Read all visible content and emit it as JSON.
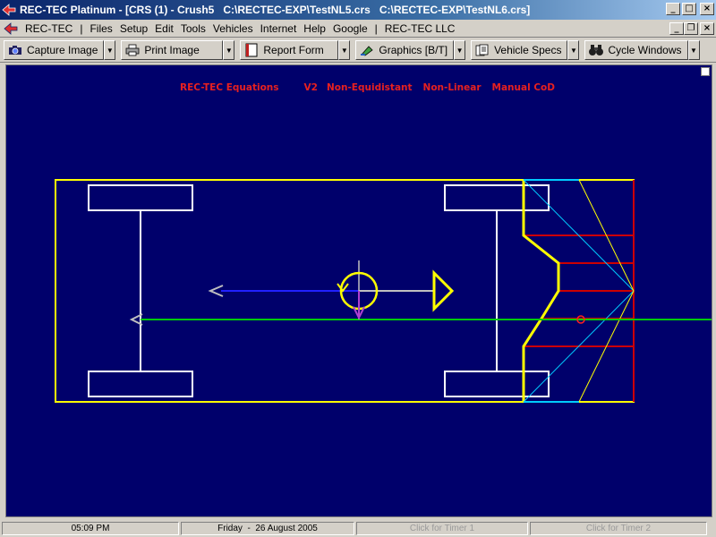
{
  "window": {
    "title": "REC-TEC Platinum - [CRS (1) - Crush5   C:\\RECTEC-EXP\\TestNL5.crs   C:\\RECTEC-EXP\\TestNL6.crs]",
    "minimize": "_",
    "maximize": "□",
    "close": "×"
  },
  "menubar": {
    "items": [
      {
        "label": "REC-TEC"
      },
      {
        "label": "Files"
      },
      {
        "label": "Setup"
      },
      {
        "label": "Edit"
      },
      {
        "label": "Tools"
      },
      {
        "label": "Vehicles"
      },
      {
        "label": "Internet"
      },
      {
        "label": "Help"
      },
      {
        "label": "Google"
      },
      {
        "label": "REC-TEC LLC"
      }
    ],
    "separator": "|",
    "restore": "❐"
  },
  "toolbar": {
    "buttons": [
      {
        "label": "Capture Image",
        "icon": "camera-icon"
      },
      {
        "label": "Print Image",
        "icon": "printer-icon"
      },
      {
        "label": "Report Form",
        "icon": "report-icon"
      },
      {
        "label": "Graphics [B/T]",
        "icon": "graphics-icon"
      },
      {
        "label": "Vehicle Specs",
        "icon": "specs-icon"
      },
      {
        "label": "Cycle Windows",
        "icon": "binoculars-icon"
      }
    ],
    "dropdown_glyph": "▼"
  },
  "canvas": {
    "header": {
      "equations": "REC-TEC Equations",
      "version": "V2",
      "spacing": "Non-Equidistant",
      "linearity": "Non-Linear",
      "cod": "Manual CoD"
    },
    "colors": {
      "background": "#00006b",
      "outline": "#ffff00",
      "wheels": "#ffffff",
      "crush": "#cc0000",
      "crush_edge": "#00ccff",
      "centerline": "#00cc00",
      "velocity": "#2020ff",
      "header_text": "#e62020"
    }
  },
  "statusbar": {
    "time": "05:09 PM",
    "date": "Friday  -  26 August 2005",
    "timer1": "Click for Timer 1",
    "timer2": "Click for Timer 2"
  }
}
